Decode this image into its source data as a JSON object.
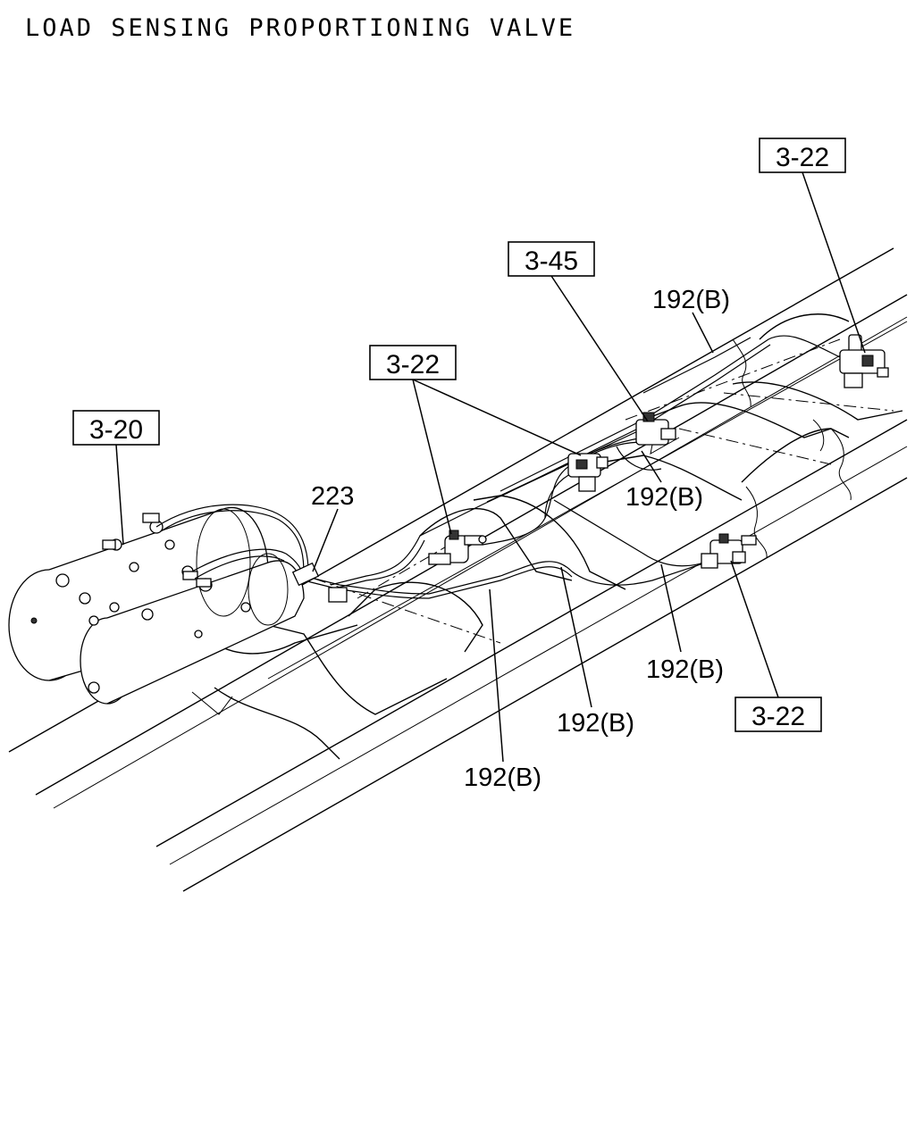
{
  "title": "LOAD SENSING PROPORTIONING VALVE",
  "refs": {
    "r1": "3-22",
    "r2": "3-45",
    "r3": "3-22",
    "r4": "3-20",
    "r5": "3-22"
  },
  "callouts": {
    "c223": "223",
    "c192_top": "192(B)",
    "c192_mid": "192(B)",
    "c192_right": "192(B)",
    "c192_center": "192(B)",
    "c192_bottom": "192(B)"
  }
}
